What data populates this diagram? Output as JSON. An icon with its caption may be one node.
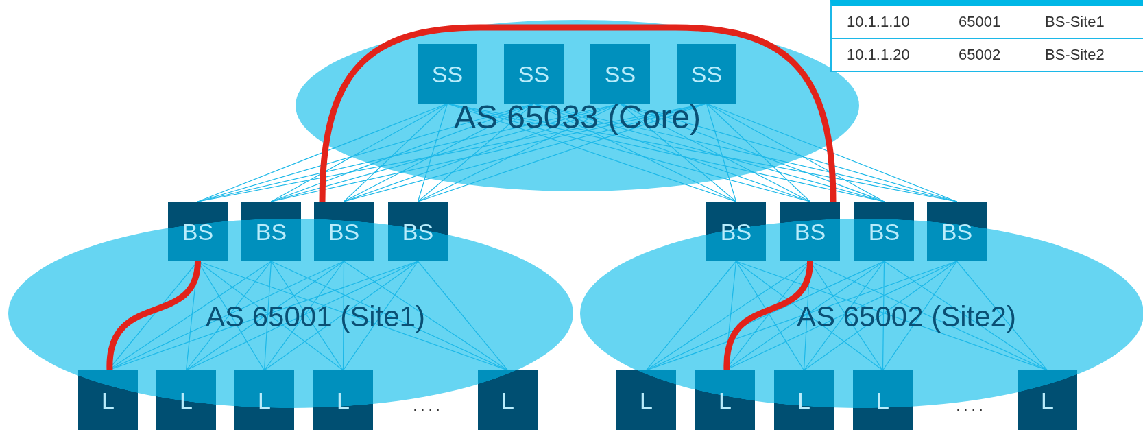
{
  "diagram": {
    "nodes": [
      {
        "text": [
          "AS 65033 (Core)"
        ]
      },
      {
        "text": [
          "SS"
        ],
        "in": 0
      },
      {
        "text": [
          "SS"
        ],
        "in": 0
      },
      {
        "text": [
          "SS"
        ],
        "in": 0
      },
      {
        "text": [
          "SS"
        ],
        "in": 0
      },
      {
        "text": [
          "BS"
        ],
        "in": 13
      },
      {
        "text": [
          "BS"
        ],
        "in": 13
      },
      {
        "text": [
          "BS"
        ],
        "in": 13
      },
      {
        "text": [
          "BS"
        ],
        "in": 13
      },
      {
        "text": [
          "BS"
        ],
        "in": 14
      },
      {
        "text": [
          "BS"
        ],
        "in": 14
      },
      {
        "text": [
          "BS"
        ],
        "in": 14
      },
      {
        "text": [
          "BS"
        ],
        "in": 14
      },
      {
        "text": [
          "AS 65001 (Site1)"
        ]
      },
      {
        "text": [
          "AS 65002 (Site2)"
        ]
      },
      {
        "text": [
          "L"
        ],
        "in": 13
      },
      {
        "text": [
          "L"
        ],
        "in": 13
      },
      {
        "text": [
          "L"
        ],
        "in": 13
      },
      {
        "text": [
          "L"
        ],
        "in": 13
      },
      {
        "text": [
          "L"
        ],
        "in": 13
      },
      {
        "text": [
          "L"
        ],
        "in": 14
      },
      {
        "text": [
          "L"
        ],
        "in": 14
      },
      {
        "text": [
          "L"
        ],
        "in": 14
      },
      {
        "text": [
          "L"
        ],
        "in": 14
      },
      {
        "text": [
          "L"
        ],
        "in": 14
      }
    ],
    "edges": [
      {
        "from": 1,
        "to": 5,
        "arrow": "none"
      },
      {
        "from": 1,
        "to": 6,
        "arrow": "none"
      },
      {
        "from": 1,
        "to": 7,
        "arrow": "none"
      },
      {
        "from": 1,
        "to": 8,
        "arrow": "none"
      },
      {
        "from": 1,
        "to": 9,
        "arrow": "none"
      },
      {
        "from": 1,
        "to": 10,
        "arrow": "none"
      },
      {
        "from": 1,
        "to": 11,
        "arrow": "none"
      },
      {
        "from": 1,
        "to": 12,
        "arrow": "none"
      },
      {
        "from": 2,
        "to": 5,
        "arrow": "none"
      },
      {
        "from": 2,
        "to": 6,
        "arrow": "none"
      },
      {
        "from": 2,
        "to": 7,
        "arrow": "none"
      },
      {
        "from": 2,
        "to": 8,
        "arrow": "none"
      },
      {
        "from": 2,
        "to": 9,
        "arrow": "none"
      },
      {
        "from": 2,
        "to": 10,
        "arrow": "none"
      },
      {
        "from": 2,
        "to": 11,
        "arrow": "none"
      },
      {
        "from": 2,
        "to": 12,
        "arrow": "none"
      },
      {
        "from": 3,
        "to": 5,
        "arrow": "none"
      },
      {
        "from": 3,
        "to": 6,
        "arrow": "none"
      },
      {
        "from": 3,
        "to": 7,
        "arrow": "none"
      },
      {
        "from": 3,
        "to": 8,
        "arrow": "none"
      },
      {
        "from": 3,
        "to": 9,
        "arrow": "none"
      },
      {
        "from": 3,
        "to": 10,
        "arrow": "none"
      },
      {
        "from": 3,
        "to": 11,
        "arrow": "none"
      },
      {
        "from": 3,
        "to": 12,
        "arrow": "none"
      },
      {
        "from": 4,
        "to": 5,
        "arrow": "none"
      },
      {
        "from": 4,
        "to": 6,
        "arrow": "none"
      },
      {
        "from": 4,
        "to": 7,
        "arrow": "none"
      },
      {
        "from": 4,
        "to": 8,
        "arrow": "none"
      },
      {
        "from": 4,
        "to": 9,
        "arrow": "none"
      },
      {
        "from": 4,
        "to": 10,
        "arrow": "none"
      },
      {
        "from": 4,
        "to": 11,
        "arrow": "none"
      },
      {
        "from": 4,
        "to": 12,
        "arrow": "none"
      },
      {
        "from": 5,
        "to": 15,
        "arrow": "none"
      },
      {
        "from": 5,
        "to": 16,
        "arrow": "none"
      },
      {
        "from": 5,
        "to": 17,
        "arrow": "none"
      },
      {
        "from": 5,
        "to": 18,
        "arrow": "none"
      },
      {
        "from": 5,
        "to": 19,
        "arrow": "none"
      },
      {
        "from": 6,
        "to": 15,
        "arrow": "none"
      },
      {
        "from": 6,
        "to": 16,
        "arrow": "none"
      },
      {
        "from": 6,
        "to": 17,
        "arrow": "none"
      },
      {
        "from": 6,
        "to": 18,
        "arrow": "none"
      },
      {
        "from": 6,
        "to": 19,
        "arrow": "none"
      },
      {
        "from": 7,
        "to": 15,
        "arrow": "none"
      },
      {
        "from": 7,
        "to": 16,
        "arrow": "none"
      },
      {
        "from": 7,
        "to": 17,
        "arrow": "none"
      },
      {
        "from": 7,
        "to": 18,
        "arrow": "none"
      },
      {
        "from": 7,
        "to": 19,
        "arrow": "none"
      },
      {
        "from": 8,
        "to": 15,
        "arrow": "none"
      },
      {
        "from": 8,
        "to": 16,
        "arrow": "none"
      },
      {
        "from": 8,
        "to": 17,
        "arrow": "none"
      },
      {
        "from": 8,
        "to": 18,
        "arrow": "none"
      },
      {
        "from": 8,
        "to": 19,
        "arrow": "none"
      },
      {
        "from": 9,
        "to": 20,
        "arrow": "none"
      },
      {
        "from": 9,
        "to": 21,
        "arrow": "none"
      },
      {
        "from": 9,
        "to": 22,
        "arrow": "none"
      },
      {
        "from": 9,
        "to": 23,
        "arrow": "none"
      },
      {
        "from": 9,
        "to": 24,
        "arrow": "none"
      },
      {
        "from": 10,
        "to": 20,
        "arrow": "none"
      },
      {
        "from": 10,
        "to": 21,
        "arrow": "none"
      },
      {
        "from": 10,
        "to": 22,
        "arrow": "none"
      },
      {
        "from": 10,
        "to": 23,
        "arrow": "none"
      },
      {
        "from": 10,
        "to": 24,
        "arrow": "none"
      },
      {
        "from": 11,
        "to": 20,
        "arrow": "none"
      },
      {
        "from": 11,
        "to": 21,
        "arrow": "none"
      },
      {
        "from": 11,
        "to": 22,
        "arrow": "none"
      },
      {
        "from": 11,
        "to": 23,
        "arrow": "none"
      },
      {
        "from": 11,
        "to": 24,
        "arrow": "none"
      },
      {
        "from": 12,
        "to": 20,
        "arrow": "none"
      },
      {
        "from": 12,
        "to": 21,
        "arrow": "none"
      },
      {
        "from": 12,
        "to": 22,
        "arrow": "none"
      },
      {
        "from": 12,
        "to": 23,
        "arrow": "none"
      },
      {
        "from": 12,
        "to": 24,
        "arrow": "none"
      },
      {
        "from": 15,
        "to": 5,
        "arrow": "none",
        "style": "thick",
        "color": "#e2231a"
      },
      {
        "from": 7,
        "to": 10,
        "arrow": "none",
        "style": "thick",
        "color": "#e2231a"
      },
      {
        "from": 10,
        "to": 21,
        "arrow": "none",
        "style": "thick",
        "color": "#e2231a"
      }
    ],
    "labels": [
      "10.1.1.10",
      "65001",
      "BS-Site1",
      "10.1.1.20",
      "65002",
      "BS-Site2",
      ". . . .",
      ". . . ."
    ]
  }
}
